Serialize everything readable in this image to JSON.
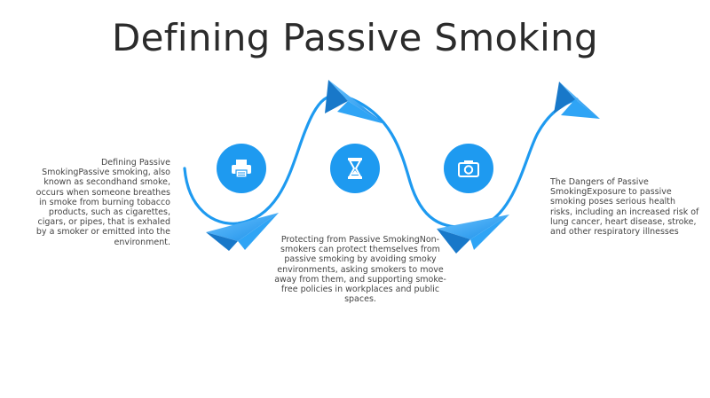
{
  "slide": {
    "title": "Defining Passive Smoking",
    "accent_color": "#1e9af0",
    "steps": [
      {
        "icon": "printer-icon",
        "text": "Defining Passive SmokingPassive smoking, also known as secondhand smoke, occurs when someone breathes in smoke from burning tobacco products, such as cigarettes, cigars, or pipes, that is exhaled by a smoker or emitted into the environment."
      },
      {
        "icon": "hourglass-icon",
        "text": "Protecting from Passive SmokingNon-smokers can protect themselves from passive smoking by avoiding smoky environments, asking smokers to move away from them, and supporting smoke-free policies in workplaces and public spaces."
      },
      {
        "icon": "camera-icon",
        "text": "The Dangers of Passive SmokingExposure to passive smoking poses serious health risks, including an increased risk of lung cancer, heart disease, stroke, and other respiratory illnesses"
      }
    ]
  }
}
